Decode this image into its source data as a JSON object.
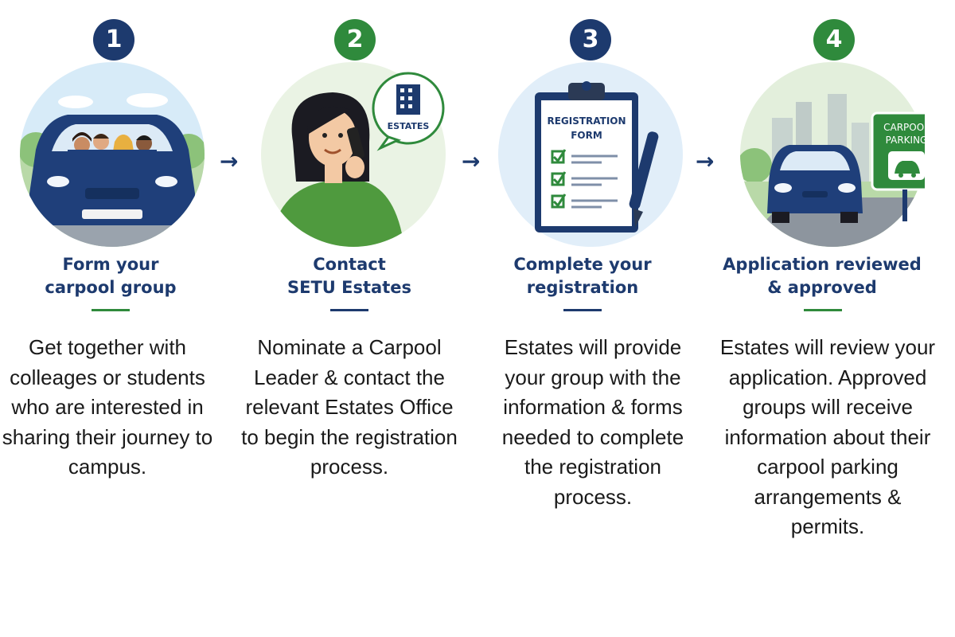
{
  "steps": [
    {
      "number": "1",
      "title_line1": "Form your",
      "title_line2": "carpool group",
      "description": [
        "Get together with",
        "colleages or students",
        "who are interested in",
        "sharing their journey to",
        "campus."
      ],
      "color": "#1d3a6e",
      "icon": "carpool-group-car-icon"
    },
    {
      "number": "2",
      "title_line1": "Contact",
      "title_line2": "SETU Estates",
      "description": [
        "Nominate a Carpool",
        "Leader & contact the",
        "relevant Estates Office",
        "to begin the registration",
        "process."
      ],
      "color": "#2f8a3c",
      "icon": "phone-call-icon",
      "bubble_label": "ESTATES"
    },
    {
      "number": "3",
      "title_line1": "Complete your",
      "title_line2": "registration",
      "description": [
        "Estates will provide",
        "your group with the",
        "information & forms",
        "needed to complete",
        "the registration",
        "process."
      ],
      "color": "#1d3a6e",
      "icon": "clipboard-form-icon",
      "form_label_line1": "REGISTRATION",
      "form_label_line2": "FORM"
    },
    {
      "number": "4",
      "title_line1": "Application reviewed",
      "title_line2": "& approved",
      "description": [
        "Estates will review your",
        "application. Approved",
        "groups will receive",
        "information about their",
        "carpool parking",
        "arrangements &",
        "permits."
      ],
      "color": "#2f8a3c",
      "icon": "carpool-parking-icon",
      "sign_line1": "CARPOOL",
      "sign_line2": "PARKING"
    }
  ],
  "arrow_glyph": "→",
  "colors": {
    "navy": "#1d3a6e",
    "green": "#2f8a3c",
    "text": "#1a1a1a"
  }
}
